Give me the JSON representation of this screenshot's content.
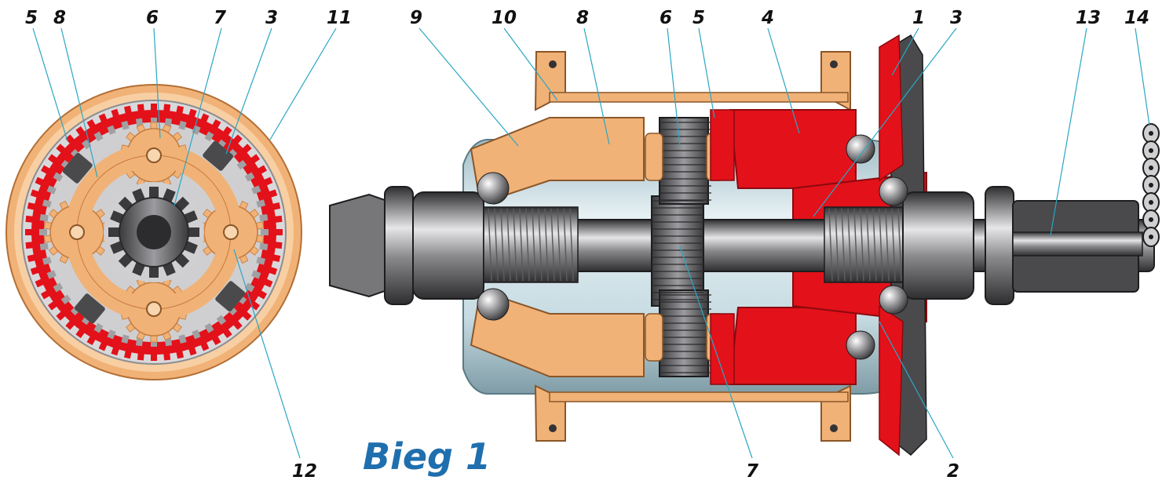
{
  "caption": "Bieg 1",
  "colors": {
    "caption": "#1f6fae",
    "leader": "#2aa6c4",
    "red": "#e3111a",
    "orange": "#f1b277",
    "orange_dark": "#c77b3c",
    "steel_dark": "#3a3a3c",
    "steel_mid": "#8d8d90",
    "steel_light": "#d8d8da",
    "housing": "#c9dde3"
  },
  "left_view": {
    "labels_top": [
      "5",
      "8",
      "6",
      "7",
      "3",
      "11"
    ],
    "labels_bottom": [
      "12"
    ]
  },
  "right_view": {
    "labels_top": [
      "9",
      "10",
      "8",
      "6",
      "5",
      "4",
      "1",
      "3",
      "13",
      "14"
    ],
    "labels_bottom": [
      "7",
      "2"
    ]
  }
}
